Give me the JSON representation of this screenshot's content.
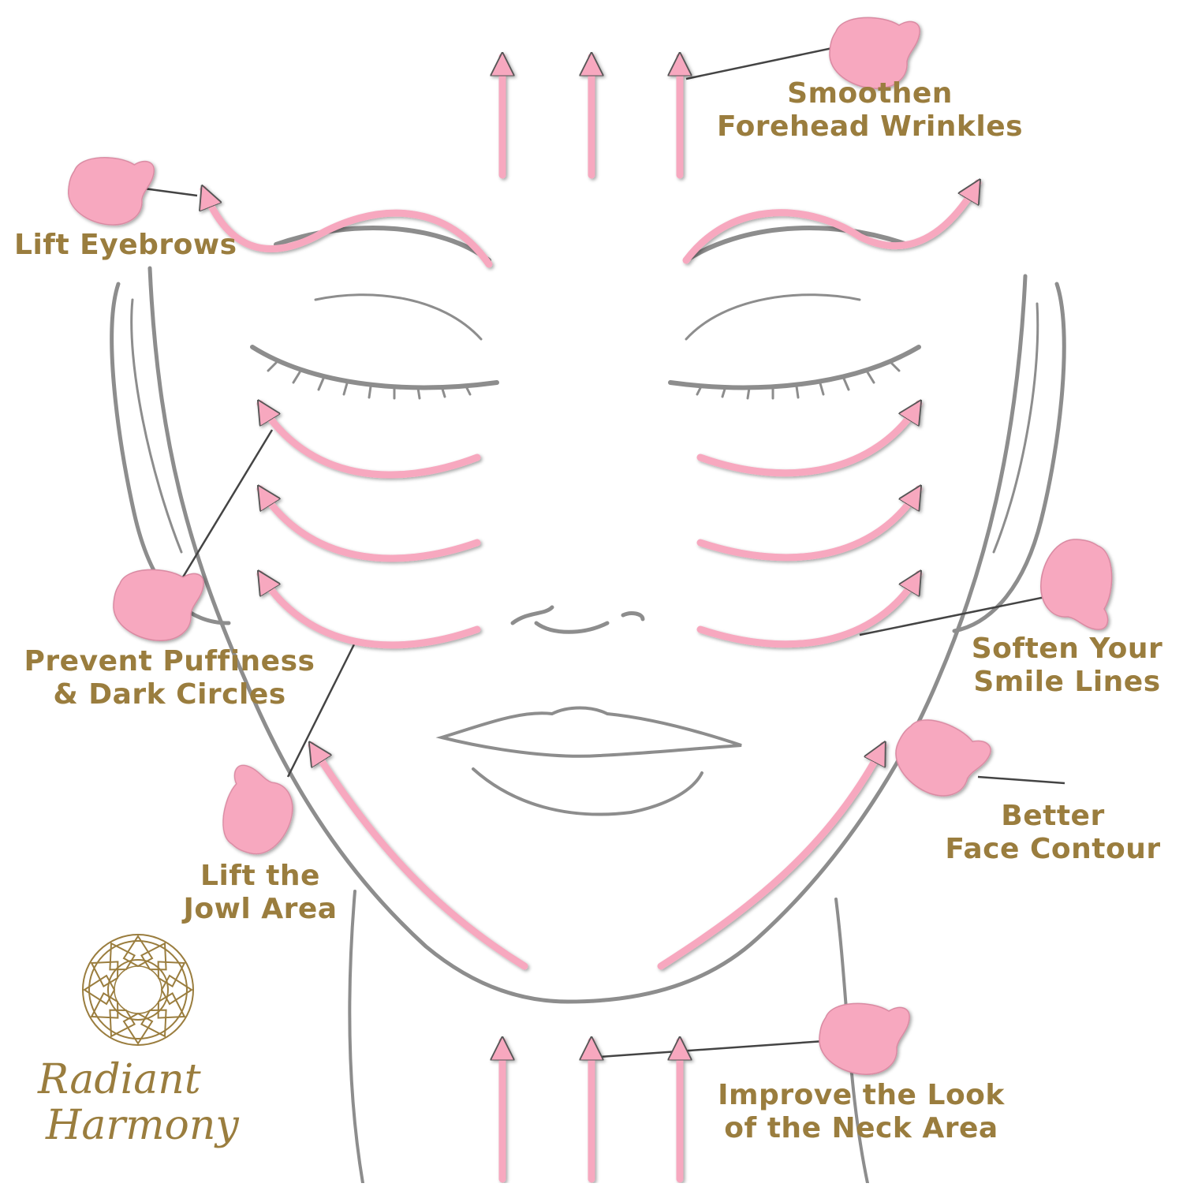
{
  "colors": {
    "gold": "#9a7d3e",
    "pink": "#f7a8bf",
    "pink_dark": "#c98597",
    "sketch": "#8d8d8d",
    "leader": "#444444"
  },
  "icons": {
    "tool": "gua-sha-heart-stone-icon",
    "arrow": "pink-arrow-icon",
    "logo": "mandala-logo-icon"
  },
  "labels": {
    "forehead": [
      "Smoothen",
      "Forehead Wrinkles"
    ],
    "eyebrows": [
      "Lift Eyebrows"
    ],
    "puffiness": [
      "Prevent Puffiness",
      "& Dark Circles"
    ],
    "smile": [
      "Soften Your",
      "Smile Lines"
    ],
    "contour": [
      "Better",
      "Face Contour"
    ],
    "jowl": [
      "Lift the",
      "Jowl Area"
    ],
    "neck": [
      "Improve the Look",
      "of the Neck Area"
    ]
  },
  "brand": {
    "line1": "Radiant",
    "line2": "Harmony"
  }
}
